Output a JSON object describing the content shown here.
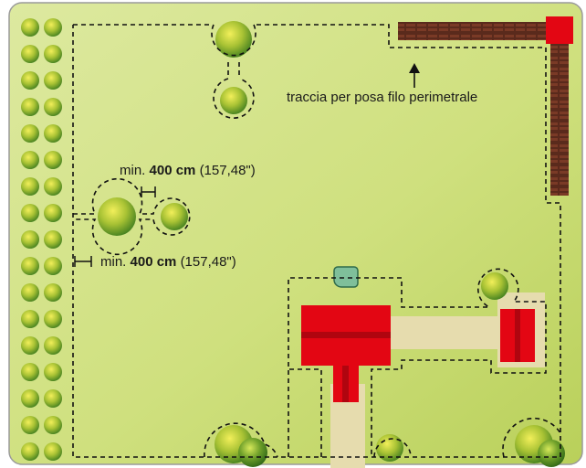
{
  "labels": {
    "trench": "traccia per posa filo perimetrale",
    "min_prefix": "min.",
    "min_value": "400 cm",
    "min_inches": "(157,48\")"
  },
  "colors": {
    "lawn_light": "#dde9a0",
    "lawn_dark": "#b9d05a",
    "building": "#e30613",
    "building_dark": "#b0050f",
    "path": "#e6dcae",
    "trench": "#5a2a1c",
    "trench_block": "#e30613",
    "tree_light": "#f2ef5a",
    "tree_dark": "#3f7d1f",
    "dock": "#7fbf9a",
    "outline": "#9a9a9a",
    "wire": "#111111"
  },
  "icons": [
    "tree-icon",
    "docking-station-icon",
    "arrow-up-icon",
    "dimension-marker-icon"
  ]
}
